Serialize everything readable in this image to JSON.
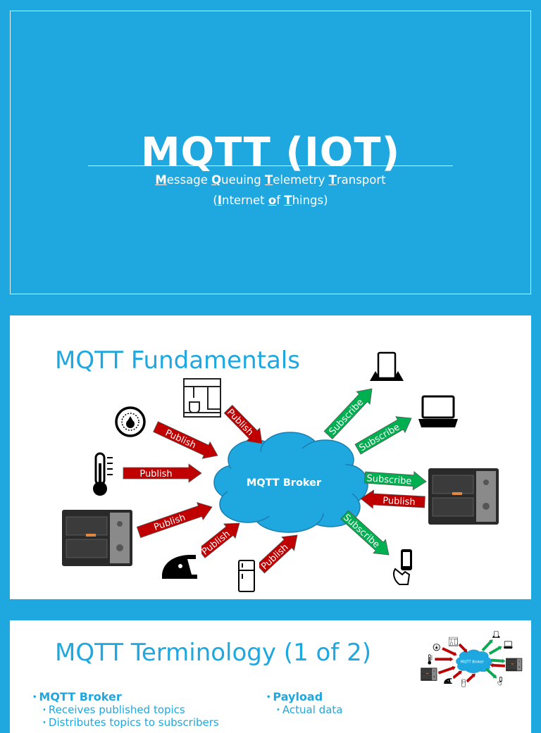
{
  "slide1": {
    "title": "MQTT (IOT)",
    "line1": {
      "parts": [
        {
          "initial": "M",
          "rest": "essage "
        },
        {
          "initial": "Q",
          "rest": "ueuing "
        },
        {
          "initial": "T",
          "rest": "elemetry "
        },
        {
          "initial": "T",
          "rest": "ransport"
        }
      ]
    },
    "line2": {
      "open": "(",
      "parts": [
        {
          "initial": "I",
          "rest": "nternet "
        },
        {
          "initial": "o",
          "rest": "f "
        },
        {
          "initial": "T",
          "rest": "hings"
        }
      ],
      "close": ")"
    }
  },
  "slide2": {
    "title": "MQTT Fundamentals",
    "broker_label": "MQTT Broker",
    "publish_label": "Publish",
    "subscribe_label": "Subscribe",
    "colors": {
      "cloud": "#1fa7df",
      "publish": "#c00000",
      "subscribe": "#00b050"
    }
  },
  "slide3": {
    "title": "MQTT Terminology (1 of 2)",
    "terms": [
      {
        "heading": "MQTT Broker",
        "details": [
          "Receives published topics",
          "Distributes topics to subscribers"
        ]
      },
      {
        "heading": "Payload",
        "details": [
          "Actual data"
        ]
      }
    ],
    "thumb_broker_label": "MQTT Broker"
  }
}
